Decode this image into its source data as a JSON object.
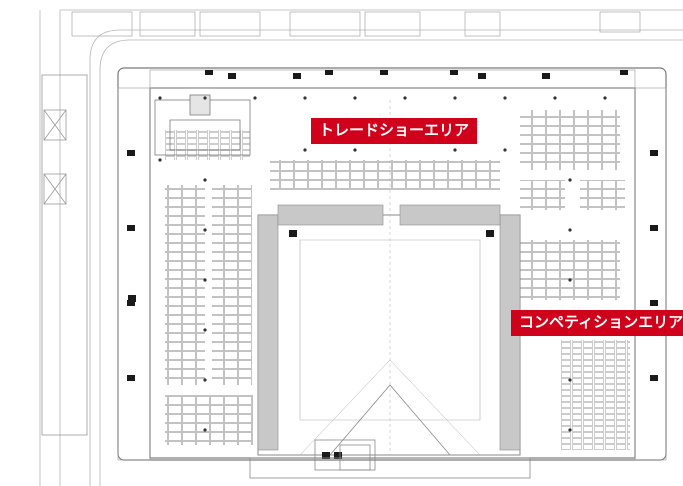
{
  "map": {
    "areas": [
      {
        "id": "trade-show",
        "label": "トレードショーエリア"
      },
      {
        "id": "competition",
        "label": "コンペティションエリア"
      }
    ],
    "colors": {
      "label_bg": "#d0021b",
      "label_text": "#ffffff",
      "line": "#8a8a8a",
      "corridor": "#c8c8c8",
      "dark_marker": "#1a1a1a"
    }
  }
}
